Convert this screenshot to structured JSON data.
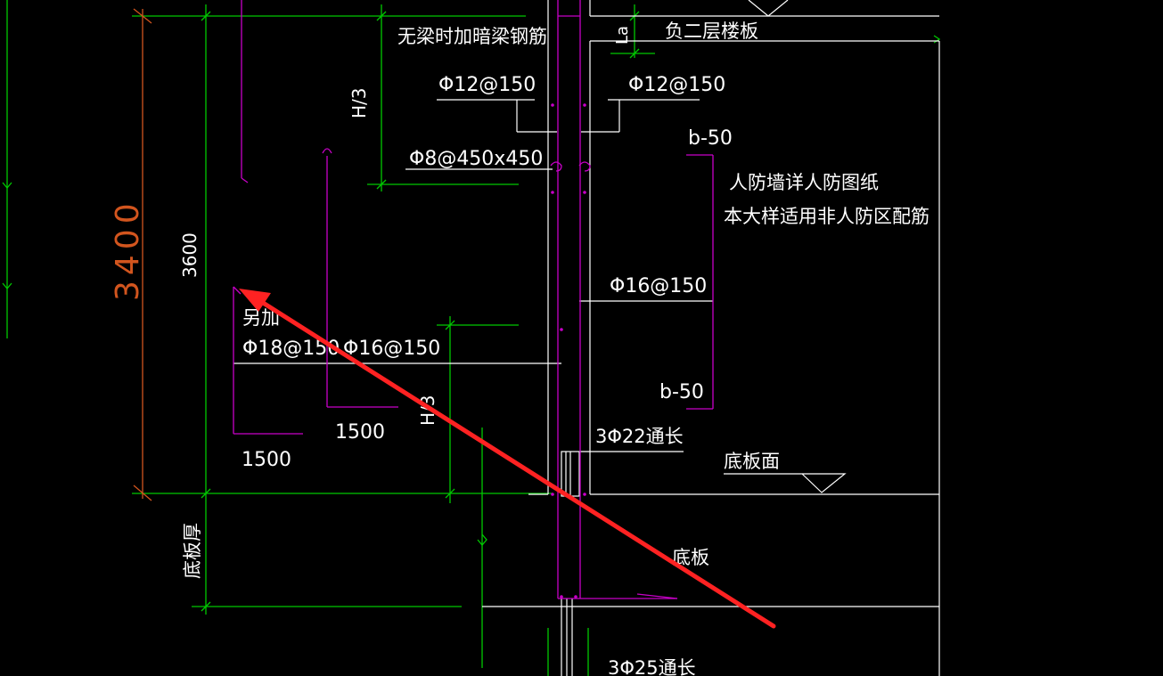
{
  "labels": {
    "no_beam": "无梁时加暗梁钢筋",
    "floor2": "负二层楼板",
    "la": "La",
    "phi12_left": "Φ12@150",
    "phi12_right": "Φ12@150",
    "h3_upper": "H/3",
    "phi8": "Φ8@450x450",
    "b50_top": "b-50",
    "civil_def_1": "人防墙详人防图纸",
    "civil_def_2": "本大样适用非人防区配筋",
    "dim_3400": "3400",
    "dim_3600": "3600",
    "phi16_right": "Φ16@150",
    "extra_add": "另加",
    "phi18": "Φ18@150",
    "phi16_mid": "Φ16@150",
    "b50_bottom": "b-50",
    "h3_lower": "H/3",
    "dim_1500_mid": "1500",
    "dim_1500_left": "1500",
    "bar_3phi22": "3Φ22通长",
    "slab_top": "底板面",
    "slab_thick": "底板厚",
    "slab": "底板",
    "bar_3phi25": "3Φ25通长"
  },
  "colors": {
    "background": "#000000",
    "white": "#ffffff",
    "green": "#00c800",
    "magenta": "#c800c8",
    "orange": "#d2551e",
    "red_arrow": "#ff2222"
  }
}
